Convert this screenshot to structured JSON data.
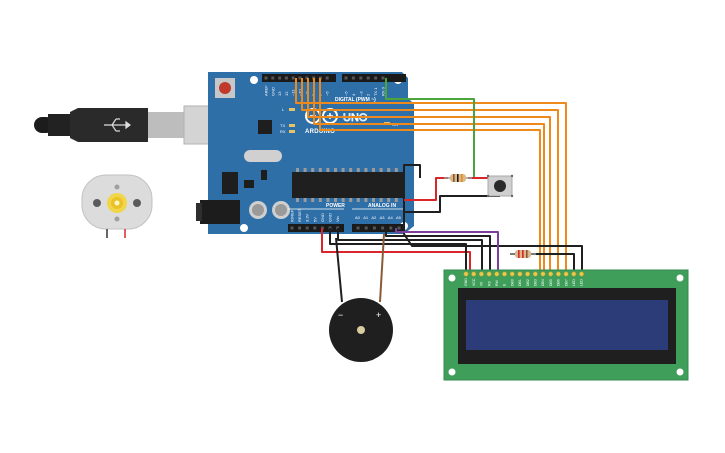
{
  "arduino": {
    "brand_label": "ARDUINO",
    "model_label": "UNO",
    "digital_label": "DIGITAL (PWM ~)",
    "power_label": "POWER",
    "analog_label": "ANALOG IN",
    "on_label": "ON",
    "l_label": "L",
    "tx_label": "TX",
    "rx_label": "RX",
    "top_header_pins": [
      "AREF",
      "GND",
      "13",
      "12",
      "~11",
      "~10",
      "~9",
      "8",
      "7",
      "~6",
      "~5",
      "4",
      "~3",
      "2",
      "TX 1",
      "RX 0"
    ],
    "power_pins": [
      "IOREF",
      "RESET",
      "3.3V",
      "5V",
      "GND",
      "GND",
      "Vin"
    ],
    "analog_pins": [
      "A0",
      "A1",
      "A2",
      "A3",
      "A4",
      "A5"
    ]
  },
  "lcd": {
    "pin_labels": [
      "GND",
      "VCC",
      "V0",
      "RS",
      "RW",
      "E",
      "DB0",
      "DB1",
      "DB2",
      "DB3",
      "DB4",
      "DB5",
      "DB6",
      "DB7",
      "LED",
      "LED"
    ]
  },
  "buzzer": {
    "minus_label": "−",
    "plus_label": "+"
  },
  "colors": {
    "board": "#2f6fa8",
    "wire_orange": "#ee8a1c",
    "wire_green": "#4aa63c",
    "wire_red": "#d9262b",
    "wire_black": "#1f1f1f",
    "wire_purple": "#7b3e9a",
    "wire_brown": "#8a5a36",
    "lcd_board": "#3f9e5a",
    "lcd_screen": "#2c3c78"
  }
}
